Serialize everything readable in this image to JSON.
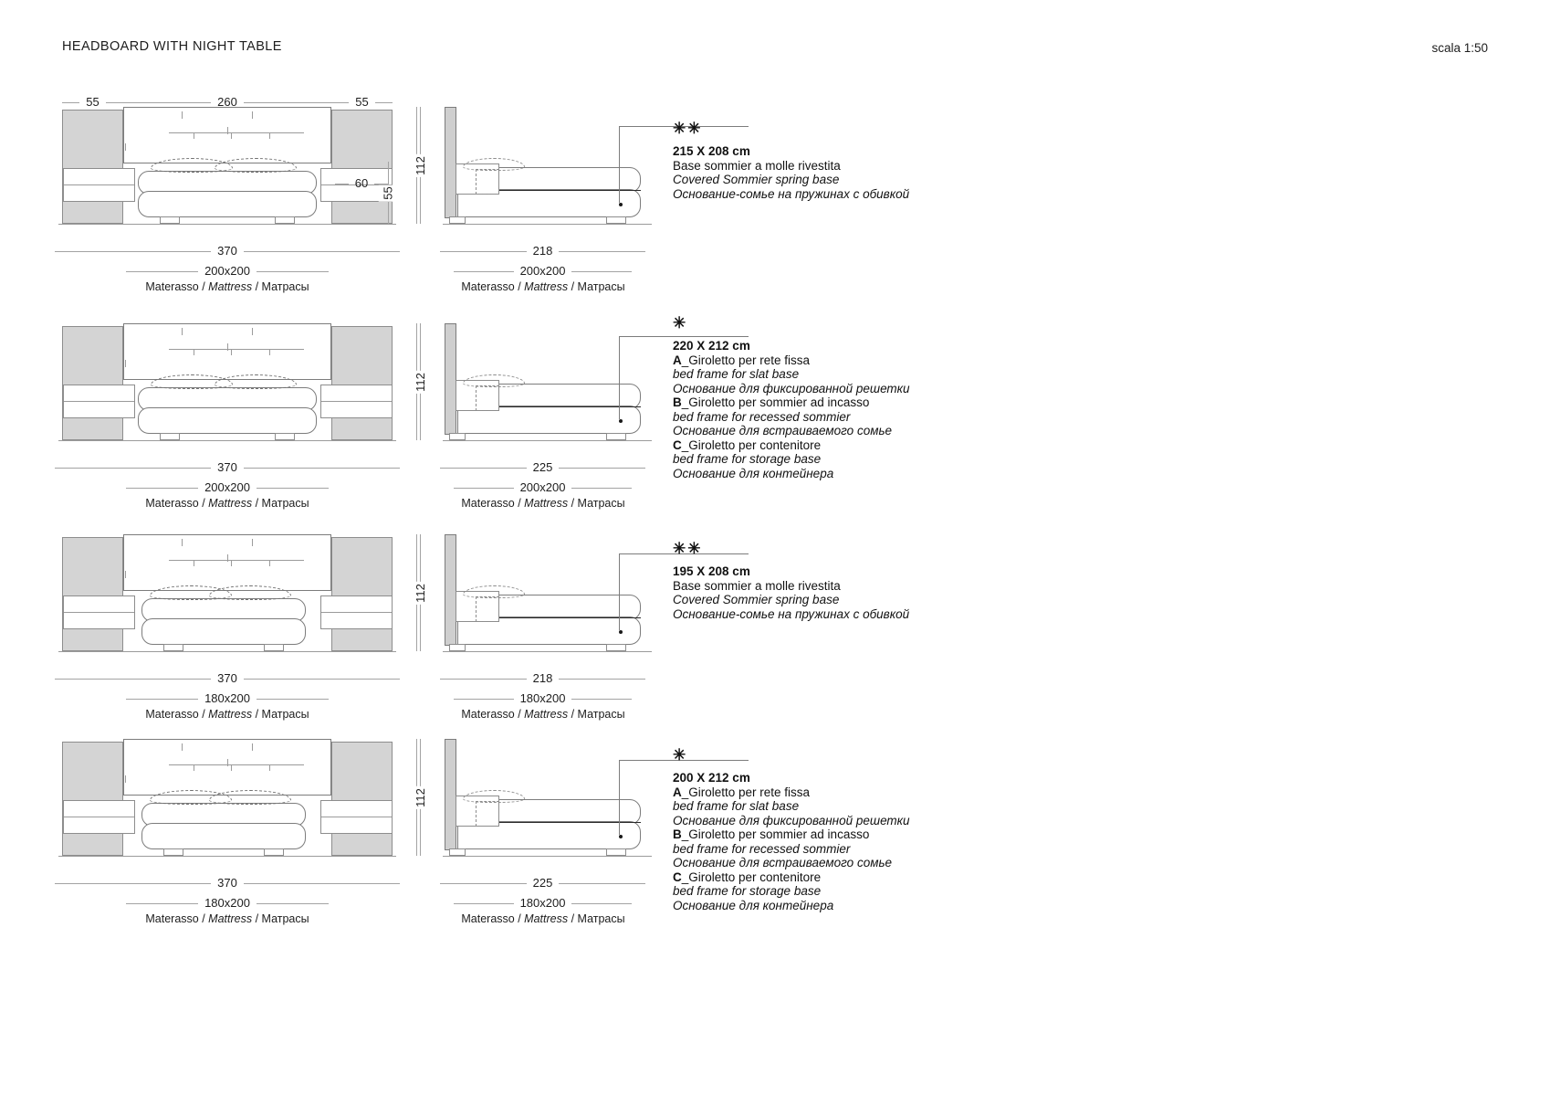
{
  "header": {
    "title": "HEADBOARD WITH NIGHT TABLE",
    "scale": "scala 1:50"
  },
  "captions": {
    "mattress_caption": "Materasso / Mattress / Матрасы"
  },
  "groups": [
    {
      "id": "group-1",
      "front": {
        "top_dims": [
          "55",
          "260",
          "55"
        ],
        "right_dims": [
          "112",
          "55",
          "60"
        ],
        "overall_width": "370",
        "mattress_size": "200x200",
        "mattress_caption": "Materasso / Mattress / Матрасы"
      },
      "side": {
        "height_dim": "112",
        "length_dim": "218",
        "mattress_size": "200x200",
        "mattress_caption": "Materasso / Mattress / Матрасы"
      },
      "note": {
        "asterisk": "✳✳",
        "title": "215 X 208 cm",
        "lines": [
          {
            "style": "roman",
            "prefix": "",
            "text": "Base sommier a molle rivestita"
          },
          {
            "style": "italic",
            "prefix": "",
            "text": "Covered Sommier spring base"
          },
          {
            "style": "italic",
            "prefix": "",
            "text": "Основание-сомье на пружинах с обивкой"
          }
        ]
      }
    },
    {
      "id": "group-2",
      "front": {
        "top_dims": [],
        "right_dims": [
          "112"
        ],
        "overall_width": "370",
        "mattress_size": "200x200",
        "mattress_caption": "Materasso / Mattress / Матрасы"
      },
      "side": {
        "height_dim": "112",
        "length_dim": "225",
        "mattress_size": "200x200",
        "mattress_caption": "Materasso / Mattress / Матрасы"
      },
      "note": {
        "asterisk": "✳",
        "title": "220 X 212 cm",
        "lines": [
          {
            "style": "roman",
            "prefix": "A",
            "text": "_Giroletto per rete fissa"
          },
          {
            "style": "italic",
            "prefix": "",
            "text": "bed frame for slat base"
          },
          {
            "style": "italic",
            "prefix": "",
            "text": "Основание для фиксированной решетки"
          },
          {
            "style": "roman",
            "prefix": "B",
            "text": "_Giroletto per sommier ad incasso"
          },
          {
            "style": "italic",
            "prefix": "",
            "text": "bed frame for recessed sommier"
          },
          {
            "style": "italic",
            "prefix": "",
            "text": "Основание для встраиваемого сомье"
          },
          {
            "style": "roman",
            "prefix": "C",
            "text": "_Giroletto per contenitore"
          },
          {
            "style": "italic",
            "prefix": "",
            "text": "bed frame for storage base"
          },
          {
            "style": "italic",
            "prefix": "",
            "text": "Основание для контейнера"
          }
        ]
      }
    },
    {
      "id": "group-3",
      "front": {
        "top_dims": [],
        "right_dims": [
          "112"
        ],
        "overall_width": "370",
        "mattress_size": "180x200",
        "mattress_caption": "Materasso / Mattress / Матрасы"
      },
      "side": {
        "height_dim": "112",
        "length_dim": "218",
        "mattress_size": "180x200",
        "mattress_caption": "Materasso / Mattress / Матрасы"
      },
      "note": {
        "asterisk": "✳✳",
        "title": "195 X 208 cm",
        "lines": [
          {
            "style": "roman",
            "prefix": "",
            "text": "Base sommier a molle rivestita"
          },
          {
            "style": "italic",
            "prefix": "",
            "text": "Covered Sommier spring base"
          },
          {
            "style": "italic",
            "prefix": "",
            "text": "Основание-сомье на пружинах с обивкой"
          }
        ]
      }
    },
    {
      "id": "group-4",
      "front": {
        "top_dims": [],
        "right_dims": [
          "112"
        ],
        "overall_width": "370",
        "mattress_size": "180x200",
        "mattress_caption": "Materasso / Mattress / Матрасы"
      },
      "side": {
        "height_dim": "112",
        "length_dim": "225",
        "mattress_size": "180x200",
        "mattress_caption": "Materasso / Mattress / Матрасы"
      },
      "note": {
        "asterisk": "✳",
        "title": "200 X 212 cm",
        "lines": [
          {
            "style": "roman",
            "prefix": "A",
            "text": "_Giroletto per rete fissa"
          },
          {
            "style": "italic",
            "prefix": "",
            "text": "bed frame for slat base"
          },
          {
            "style": "italic",
            "prefix": "",
            "text": "Основание для фиксированной решетки"
          },
          {
            "style": "roman",
            "prefix": "B",
            "text": "_Giroletto per sommier ad incasso"
          },
          {
            "style": "italic",
            "prefix": "",
            "text": "bed frame for recessed sommier"
          },
          {
            "style": "italic",
            "prefix": "",
            "text": "Основание для встраиваемого сомье"
          },
          {
            "style": "roman",
            "prefix": "C",
            "text": "_Giroletto per contenitore"
          },
          {
            "style": "italic",
            "prefix": "",
            "text": "bed frame for storage base"
          },
          {
            "style": "italic",
            "prefix": "",
            "text": "Основание для контейнера"
          }
        ]
      }
    }
  ]
}
